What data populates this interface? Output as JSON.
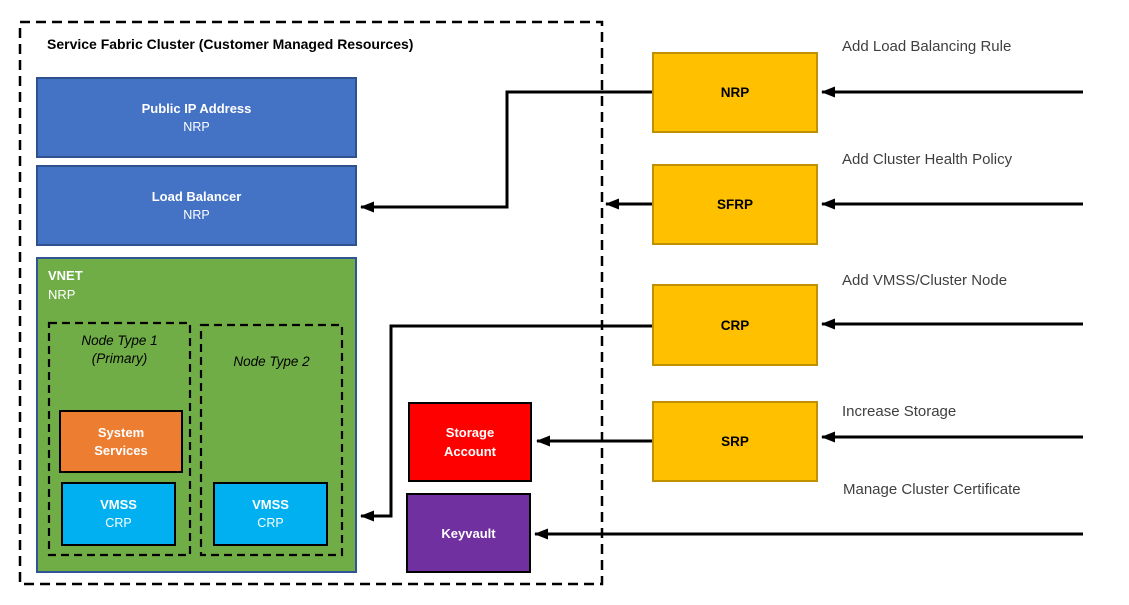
{
  "title": "Service Fabric Cluster (Customer Managed Resources)",
  "cluster": {
    "public_ip": {
      "name": "Public IP Address",
      "provider": "NRP"
    },
    "load_balancer": {
      "name": "Load Balancer",
      "provider": "NRP"
    },
    "vnet": {
      "name": "VNET",
      "provider": "NRP"
    },
    "node_type_1": {
      "name": "Node Type 1",
      "qualifier": "(Primary)"
    },
    "node_type_2": {
      "name": "Node Type 2"
    },
    "system_services": {
      "name": "System Services"
    },
    "vmss_node_type_1": {
      "name": "VMSS",
      "provider": "CRP"
    },
    "vmss_node_type_2": {
      "name": "VMSS",
      "provider": "CRP"
    }
  },
  "dependencies": {
    "storage_account": {
      "name": "Storage Account"
    },
    "keyvault": {
      "name": "Keyvault"
    }
  },
  "resource_providers": {
    "nrp": {
      "label": "NRP",
      "action": "Add Load Balancing Rule"
    },
    "sfrp": {
      "label": "SFRP",
      "action": "Add Cluster Health Policy"
    },
    "crp": {
      "label": "CRP",
      "action": "Add VMSS/Cluster Node"
    },
    "srp": {
      "label": "SRP",
      "action": "Increase Storage"
    }
  },
  "keyvault_action": "Manage Cluster Certificate",
  "colors": {
    "azure_blue": "#4472C4",
    "azure_blue_border": "#2F528F",
    "vnet_green": "#70AD47",
    "vnet_green_border": "#2F5597",
    "provider_gold": "#FFC000",
    "provider_gold_border": "#BF9000",
    "system_services_orange": "#ED7D31",
    "vmss_cyan": "#00B0F0",
    "storage_red": "#FF0000",
    "keyvault_purple": "#7030A0",
    "arrow_black": "#000000",
    "action_label_gray": "#3F3F3F"
  }
}
